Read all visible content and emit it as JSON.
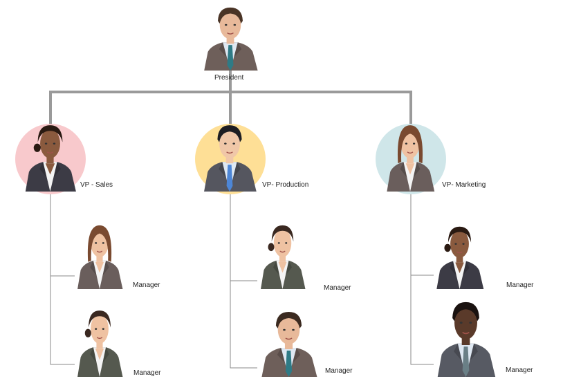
{
  "president": {
    "label": "President",
    "icon": "businessman-avatar-icon"
  },
  "vps": [
    {
      "label": "VP - Sales",
      "circle_color": "#f8c9cc",
      "icon": "businesswoman-avatar-icon"
    },
    {
      "label": "VP- Production",
      "circle_color": "#fedf96",
      "icon": "businessman-avatar-icon"
    },
    {
      "label": "VP- Marketing",
      "circle_color": "#cfe6e9",
      "icon": "businesswoman-avatar-icon"
    }
  ],
  "managers": [
    {
      "label": "Manager",
      "icon": "businesswoman-avatar-icon"
    },
    {
      "label": "Manager",
      "icon": "businesswoman-avatar-icon"
    },
    {
      "label": "Manager",
      "icon": "businesswoman-avatar-icon"
    },
    {
      "label": "Manager",
      "icon": "businessman-avatar-icon"
    },
    {
      "label": "Manager",
      "icon": "businesswoman-avatar-icon"
    },
    {
      "label": "Manager",
      "icon": "businessman-avatar-icon"
    }
  ],
  "colors": {
    "main_connector": "#9a9a9a",
    "branch_connector": "#8a8a8a"
  }
}
